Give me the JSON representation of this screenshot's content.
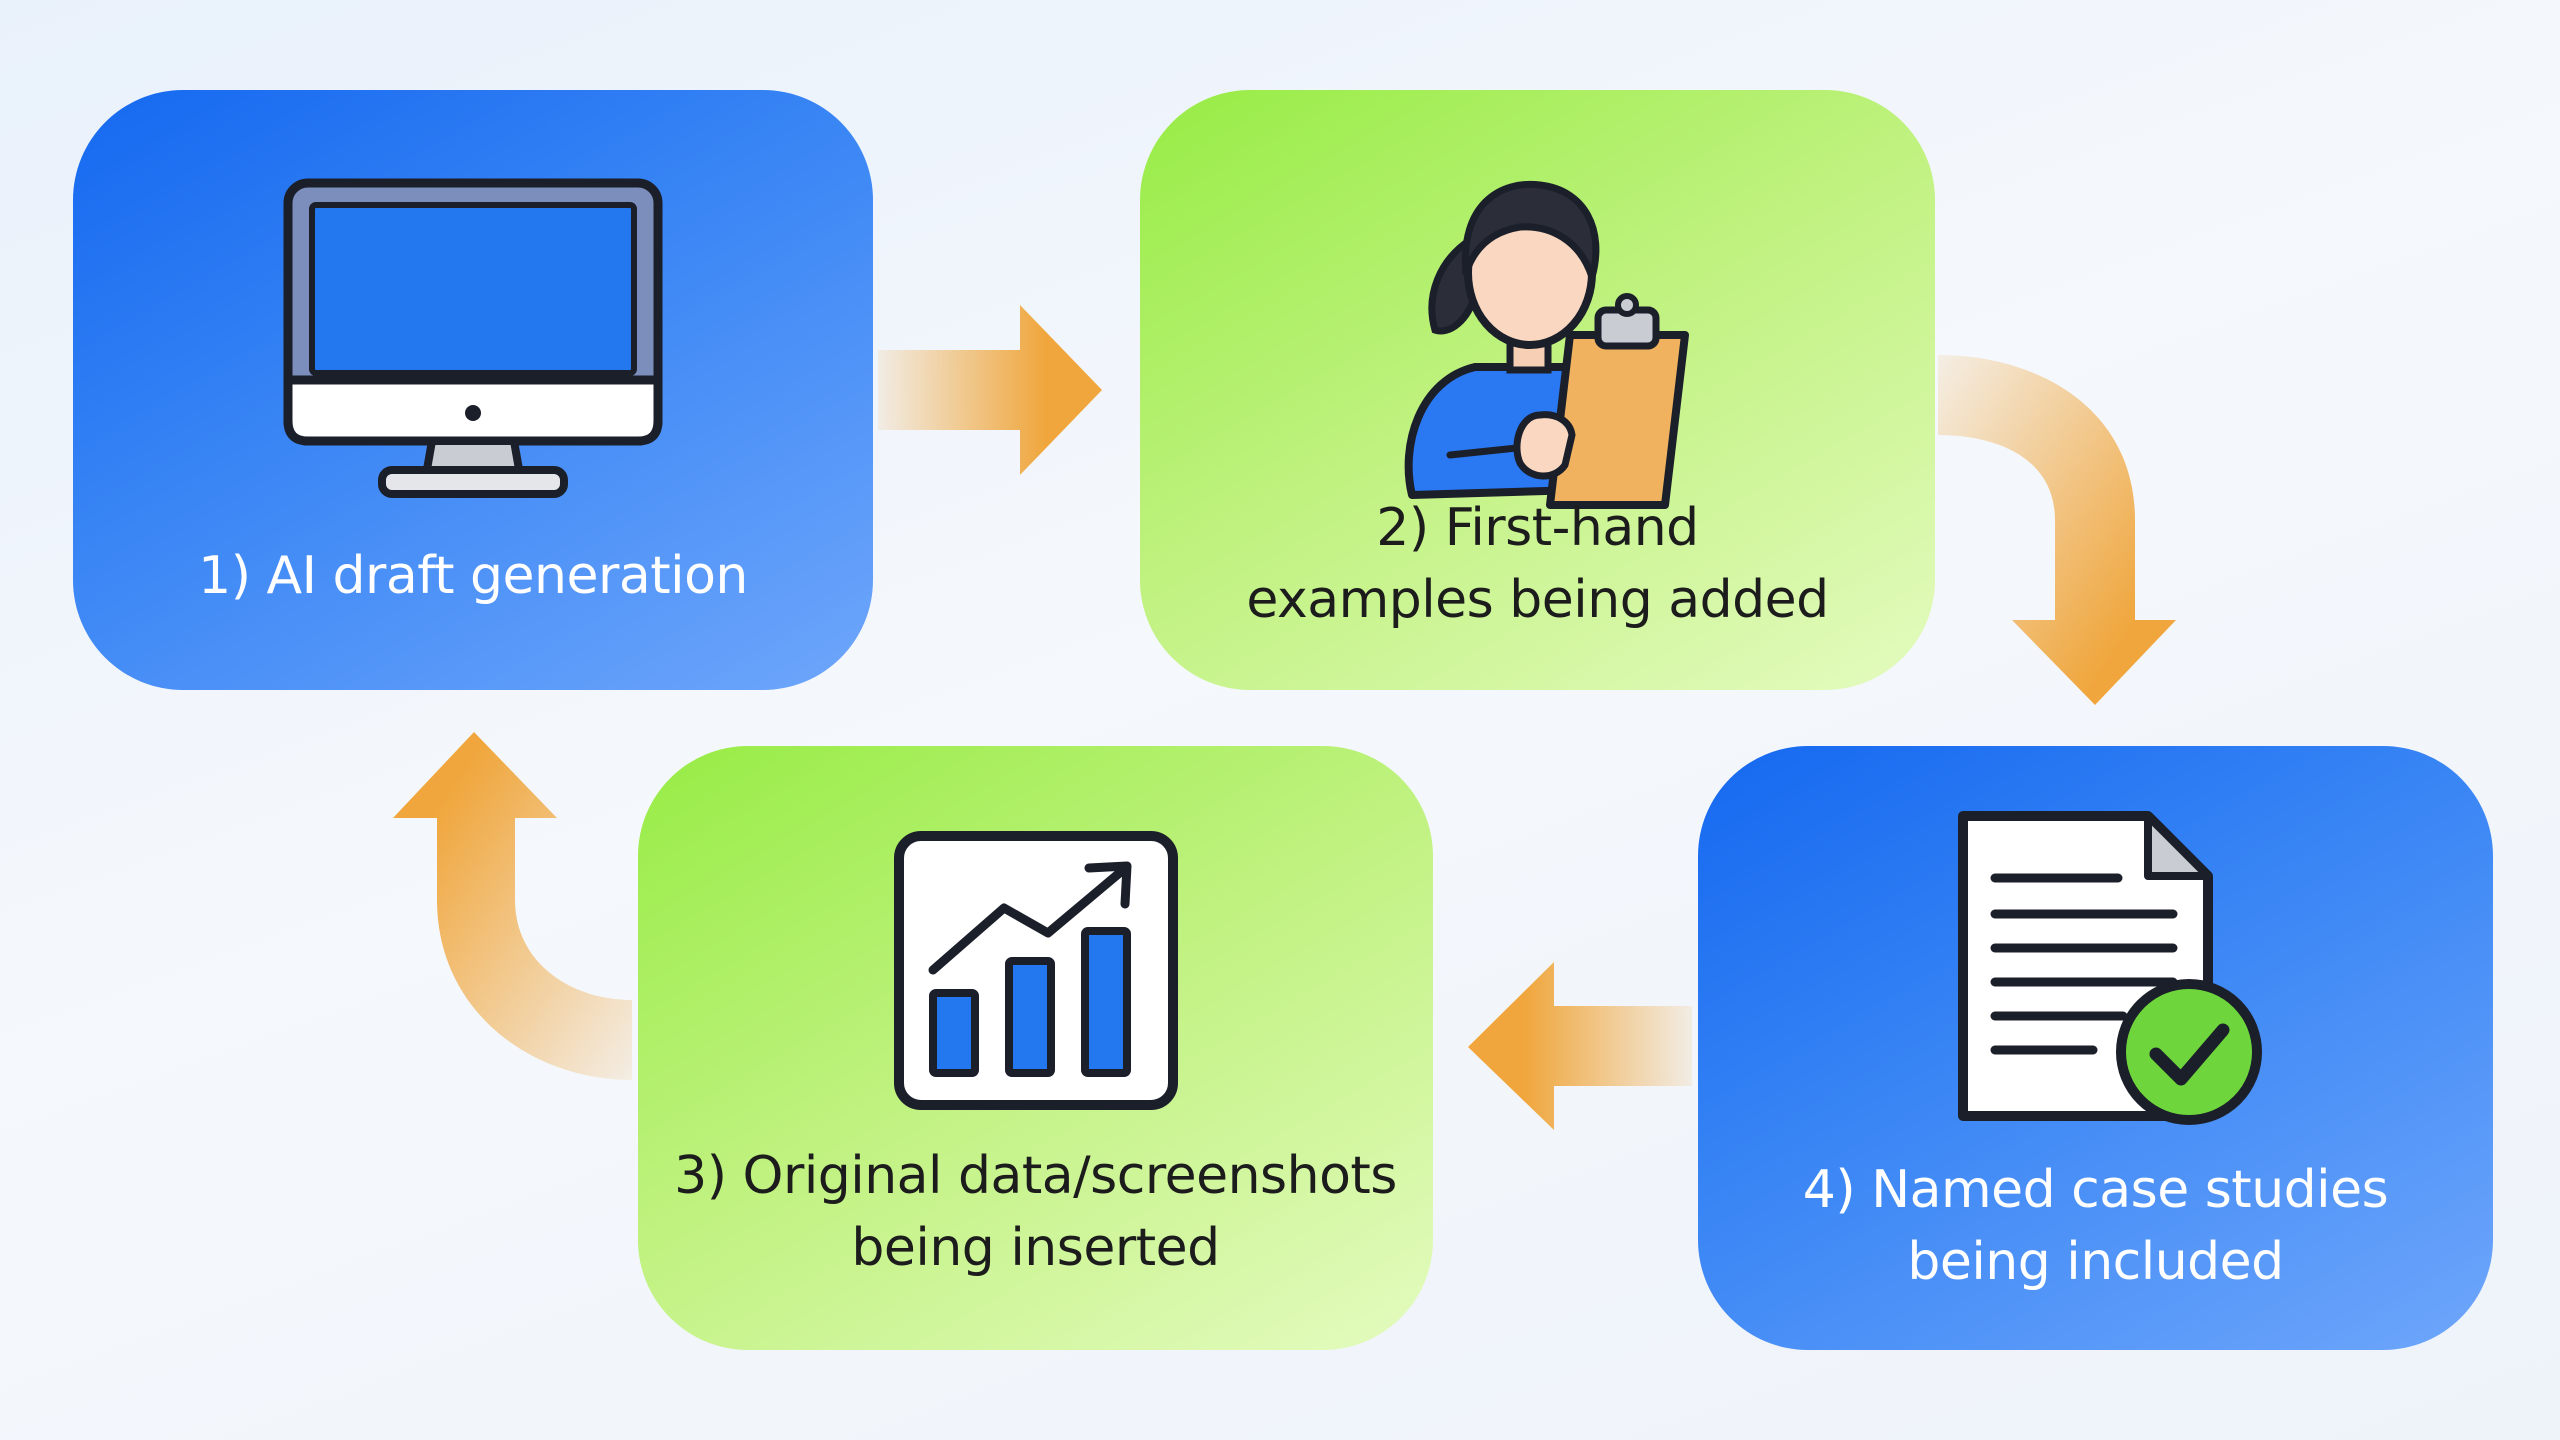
{
  "steps": [
    {
      "id": 1,
      "lines": [
        "1) AI draft generation"
      ],
      "color": "#2a78f2",
      "icon": "desktop-monitor-icon"
    },
    {
      "id": 2,
      "lines": [
        "2) First-hand",
        "examples being added"
      ],
      "color": "#a6ee5a",
      "icon": "person-clipboard-icon"
    },
    {
      "id": 3,
      "lines": [
        "3) Original data/screenshots",
        "being inserted"
      ],
      "color": "#a6ee5a",
      "icon": "bar-chart-trend-icon"
    },
    {
      "id": 4,
      "lines": [
        "4) Named case studies",
        "being included"
      ],
      "color": "#2a78f2",
      "icon": "document-check-icon"
    }
  ],
  "colors": {
    "arrow": "#f0a63c",
    "card_blue": "#2a78f2",
    "card_green": "#a6ee5a",
    "check_badge": "#6ed63c",
    "icon_stroke": "#1b1f2a"
  }
}
